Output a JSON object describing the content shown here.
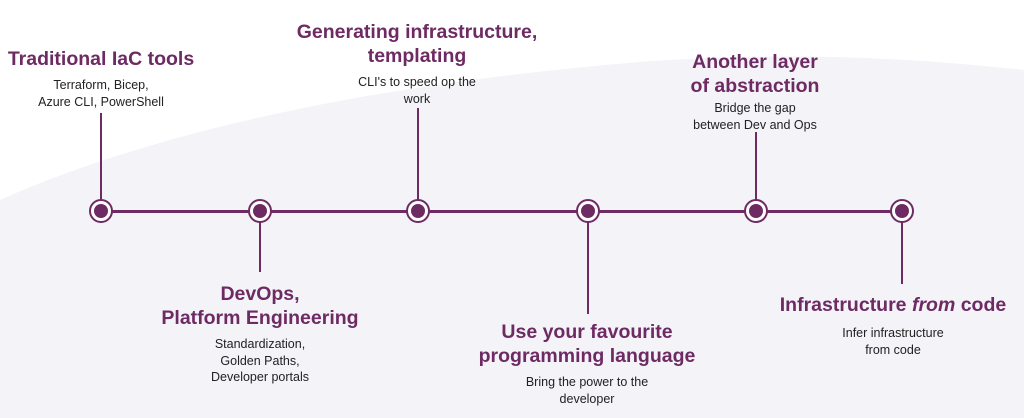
{
  "colors": {
    "accent": "#6e2a63",
    "background_shape": "#f3f3f8",
    "text": "#222222"
  },
  "milestones": [
    {
      "title": [
        "Traditional IaC tools"
      ],
      "desc": [
        "Terraform, Bicep,",
        "Azure CLI, PowerShell"
      ]
    },
    {
      "title": [
        "DevOps,",
        "Platform Engineering"
      ],
      "desc": [
        "Standardization,",
        "Golden Paths,",
        "Developer portals"
      ]
    },
    {
      "title": [
        "Generating infrastructure,",
        "templating"
      ],
      "desc": [
        "CLI's to speed op the",
        "work"
      ]
    },
    {
      "title": [
        "Use your favourite",
        "programming language"
      ],
      "desc": [
        "Bring the power to the",
        "developer"
      ]
    },
    {
      "title": [
        "Another layer",
        "of abstraction"
      ],
      "desc": [
        "Bridge the gap",
        "between Dev and Ops"
      ]
    },
    {
      "title_before": "Infrastructure ",
      "title_em": "from",
      "title_after": " code",
      "desc": [
        "Infer infrastructure",
        "from code"
      ]
    }
  ]
}
